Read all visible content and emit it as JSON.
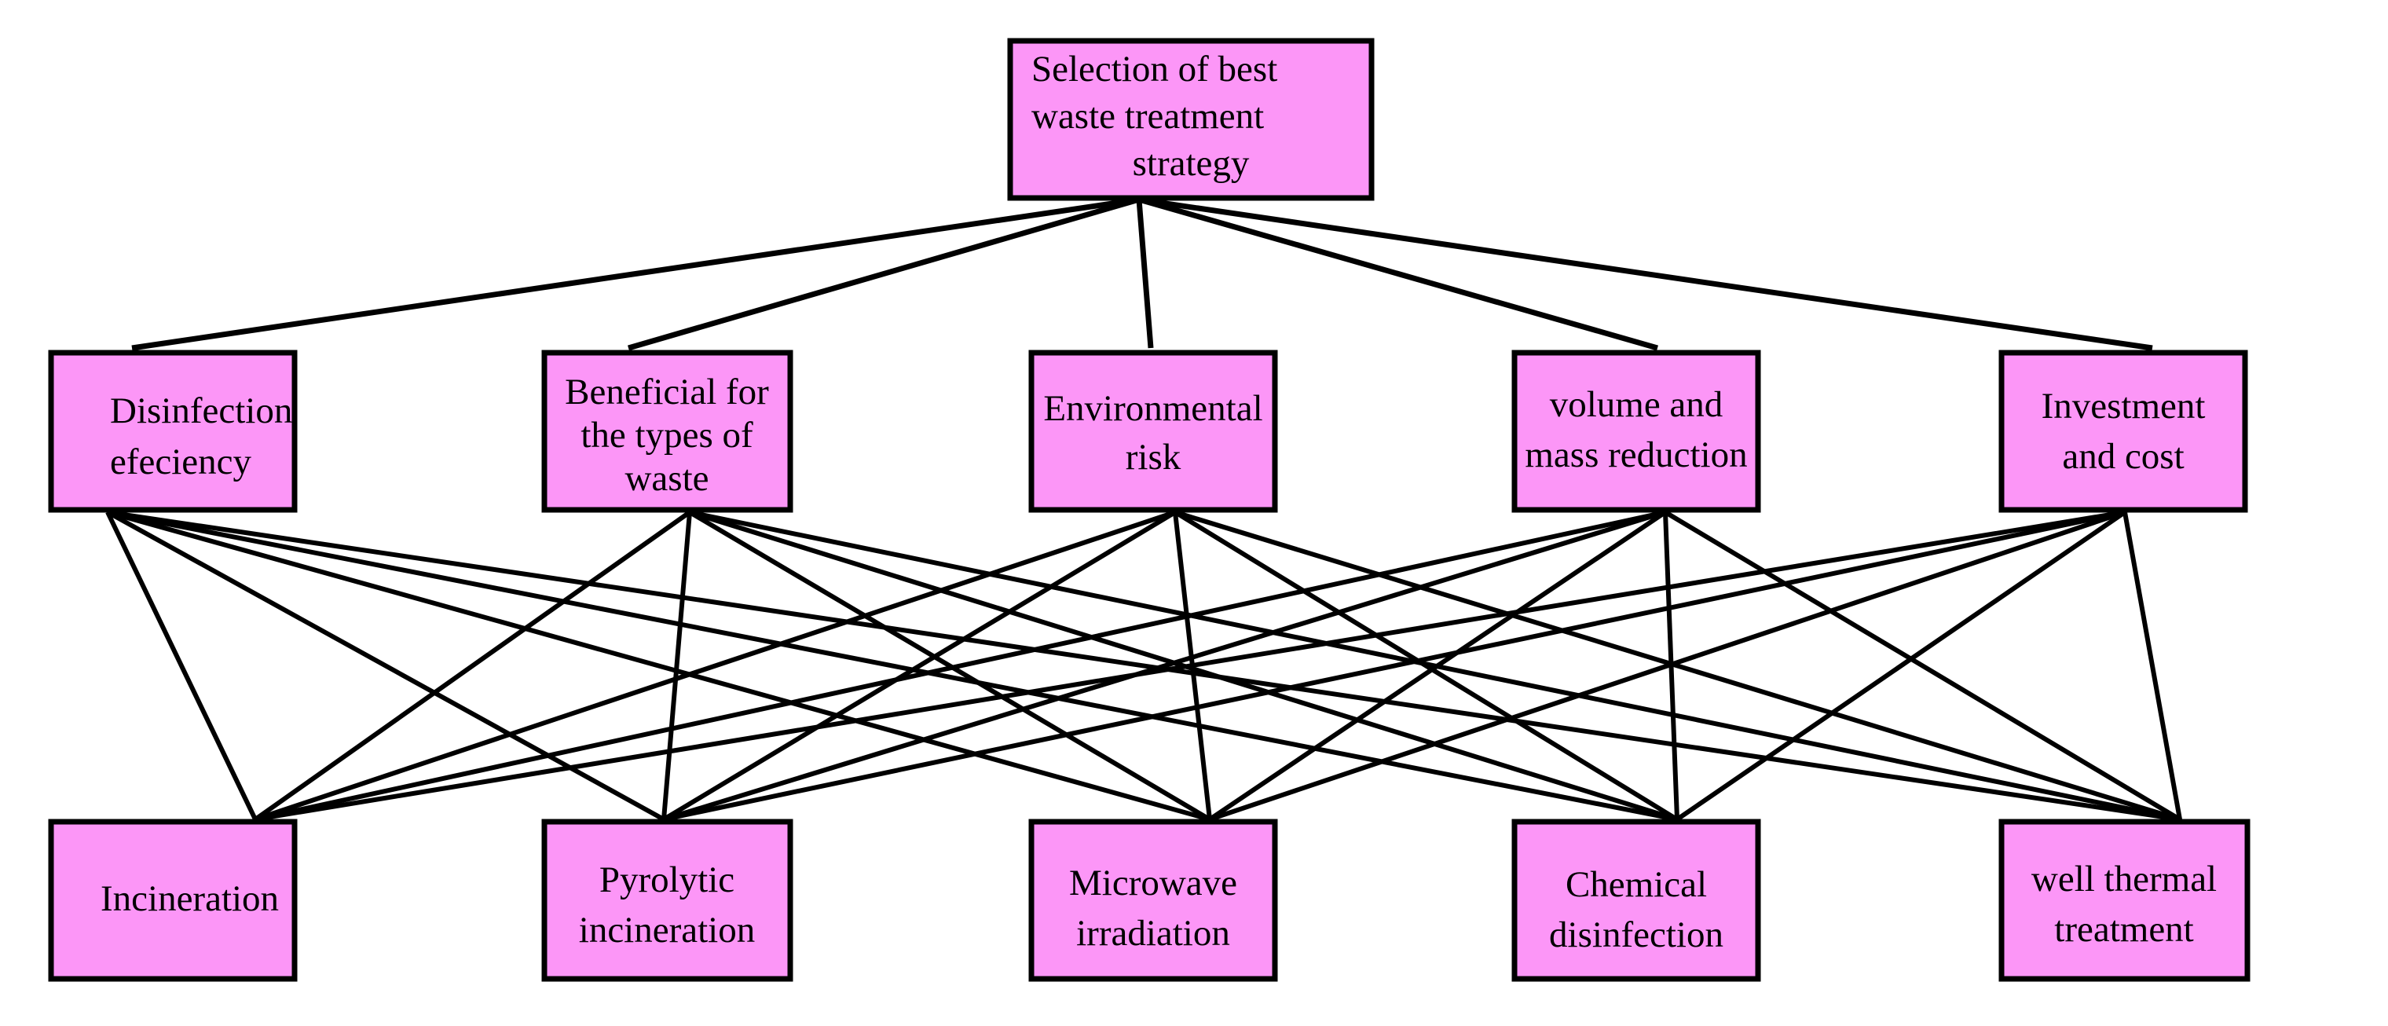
{
  "diagram": {
    "kind": "ahp-hierarchy",
    "background_color": "#ffffff",
    "node_fill_color": "#fc96f7",
    "node_border_color": "#000000",
    "edge_color": "#000000",
    "goal": {
      "id": "goal",
      "label_lines": [
        "Selection of best",
        "waste treatment",
        "strategy"
      ],
      "line1": "Selection of best",
      "line2": "waste treatment",
      "line3": "strategy"
    },
    "criteria": [
      {
        "id": "criterion-disinfection-efeciency",
        "line1": "Disinfection",
        "line2": "efeciency",
        "line3": ""
      },
      {
        "id": "criterion-beneficial-waste-types",
        "line1": "Beneficial for",
        "line2": "the types of",
        "line3": "waste"
      },
      {
        "id": "criterion-environmental-risk",
        "line1": "Environmental",
        "line2": "risk",
        "line3": ""
      },
      {
        "id": "criterion-volume-mass-reduction",
        "line1": "volume and",
        "line2": "mass reduction",
        "line3": ""
      },
      {
        "id": "criterion-investment-cost",
        "line1": "Investment",
        "line2": "and cost",
        "line3": ""
      }
    ],
    "alternatives": [
      {
        "id": "alternative-incineration",
        "line1": "Incineration",
        "line2": ""
      },
      {
        "id": "alternative-pyrolytic-incineration",
        "line1": "Pyrolytic",
        "line2": "incineration"
      },
      {
        "id": "alternative-microwave-irradiation",
        "line1": "Microwave",
        "line2": "irradiation"
      },
      {
        "id": "alternative-chemical-disinfection",
        "line1": "Chemical",
        "line2": "disinfection"
      },
      {
        "id": "alternative-well-thermal-treatment",
        "line1": "well thermal",
        "line2": "treatment"
      }
    ]
  }
}
